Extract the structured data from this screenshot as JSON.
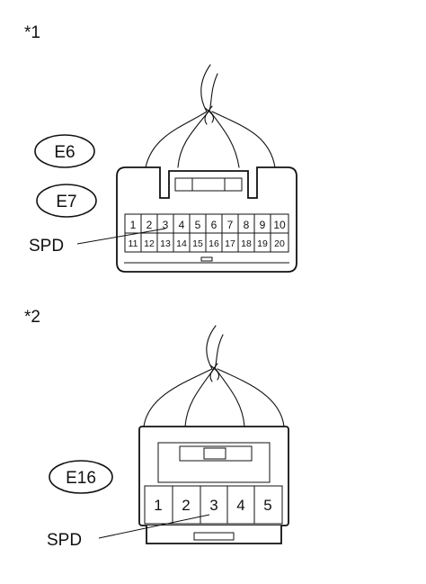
{
  "figure1": {
    "marker": "*1",
    "labels": [
      "E6",
      "E7"
    ],
    "pins_row1": [
      "1",
      "2",
      "3",
      "4",
      "5",
      "6",
      "7",
      "8",
      "9",
      "10"
    ],
    "pins_row2": [
      "11",
      "12",
      "13",
      "14",
      "15",
      "16",
      "17",
      "18",
      "19",
      "20"
    ],
    "signal_label": "SPD",
    "signal_pin": "3"
  },
  "figure2": {
    "marker": "*2",
    "labels": [
      "E16"
    ],
    "pins": [
      "1",
      "2",
      "3",
      "4",
      "5"
    ],
    "signal_label": "SPD",
    "signal_pin": "3"
  }
}
